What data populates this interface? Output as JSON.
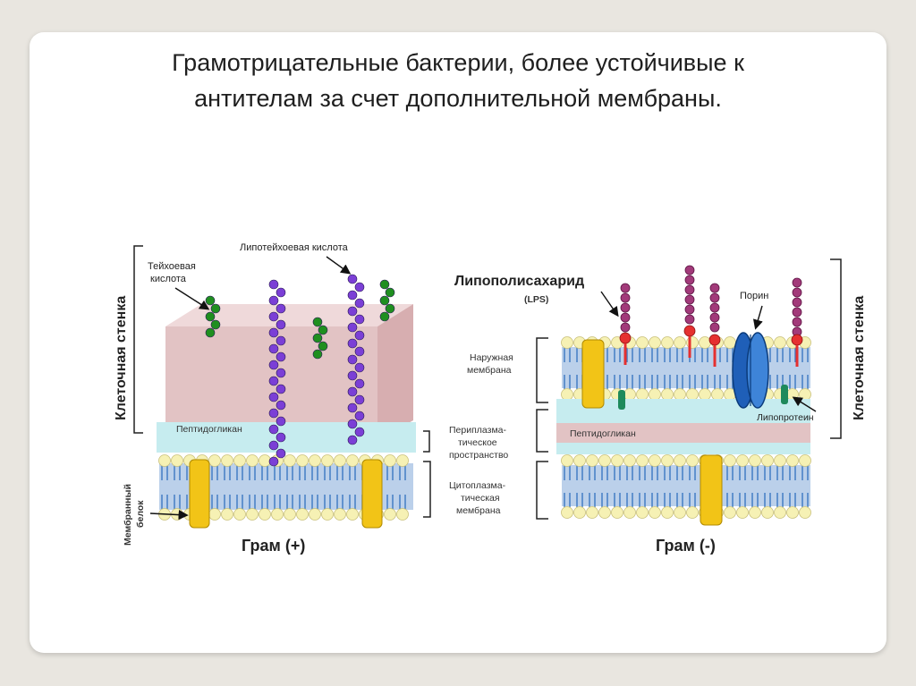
{
  "slide": {
    "title_line1": "Грамотрицательные бактерии, более устойчивые к",
    "title_line2": "антителам за счет дополнительной мембраны."
  },
  "gram_pos": {
    "caption": "Грам (+)",
    "cell_wall": "Клеточная стенка",
    "teichoic_1": "Тейхоевая",
    "teichoic_2": "кислота",
    "lipoteichoic": "Липотейхоевая кислота",
    "peptidoglycan": "Пептидогликан",
    "membrane_protein_1": "Мембранный",
    "membrane_protein_2": "белок"
  },
  "middle": {
    "periplasm_1": "Периплазма-",
    "periplasm_2": "тическое",
    "periplasm_3": "пространство",
    "cyto_1": "Цитоплазма-",
    "cyto_2": "тическая",
    "cyto_3": "мембрана"
  },
  "gram_neg": {
    "caption": "Грам (-)",
    "lps": "Липополисахарид",
    "lps_abbr": "(LPS)",
    "outer_1": "Наружная",
    "outer_2": "мембрана",
    "porin": "Порин",
    "peptidoglycan": "Пептидогликан",
    "lipoprotein": "Липопротеин",
    "cell_wall": "Клеточная стенка"
  },
  "colors": {
    "lipid_head": "#f6f1b4",
    "lipid_tail": "#3b78c2",
    "peptidoglycan": "#e2c3c4",
    "periplasm": "#c6ecef",
    "protein": "#f2c417",
    "teichoic": "#1f8f1f",
    "lipoteichoic": "#7b3fd6",
    "lps": "#a23a7a",
    "porin": "#2a6fc9"
  }
}
